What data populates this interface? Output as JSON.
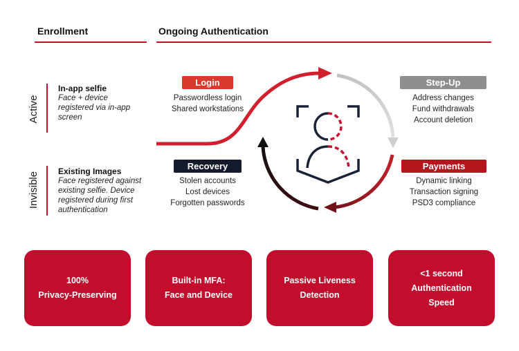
{
  "headers": {
    "enrollment": "Enrollment",
    "ongoing": "Ongoing Authentication"
  },
  "enrollment": {
    "active": {
      "label": "Active",
      "title": "In-app selfie",
      "desc_lines": [
        "Face + device",
        "registered via in-app",
        "screen"
      ]
    },
    "invisible": {
      "label": "Invisible",
      "title": "Existing Images",
      "desc_lines": [
        "Face registered against",
        "existing selfie. Device",
        "registered during first",
        "authentication"
      ]
    }
  },
  "stages": {
    "login": {
      "label": "Login",
      "color": "#d93a2b",
      "items": [
        "Passwordless login",
        "Shared workstations"
      ]
    },
    "stepup": {
      "label": "Step-Up",
      "color": "#8e8e8e",
      "items": [
        "Address changes",
        "Fund withdrawals",
        "Account deletion"
      ]
    },
    "recovery": {
      "label": "Recovery",
      "color": "#141a2a",
      "items": [
        "Stolen accounts",
        "Lost devices",
        "Forgotten passwords"
      ]
    },
    "payments": {
      "label": "Payments",
      "color": "#b5161e",
      "items": [
        "Dynamic linking",
        "Transaction signing",
        "PSD3 compliance"
      ]
    }
  },
  "features": [
    {
      "lines": [
        "100%",
        "Privacy-Preserving"
      ]
    },
    {
      "lines": [
        "Built-in MFA:",
        "Face and Device"
      ]
    },
    {
      "lines": [
        "Passive Liveness",
        "Detection"
      ]
    },
    {
      "lines": [
        "<1 second",
        "Authentication",
        "Speed"
      ]
    }
  ],
  "colors": {
    "accent": "#c8102e",
    "card": "#c20e2c",
    "dark": "#141a2a",
    "grey": "#c9c9c9"
  },
  "icons": [
    "face-recognition-icon"
  ]
}
